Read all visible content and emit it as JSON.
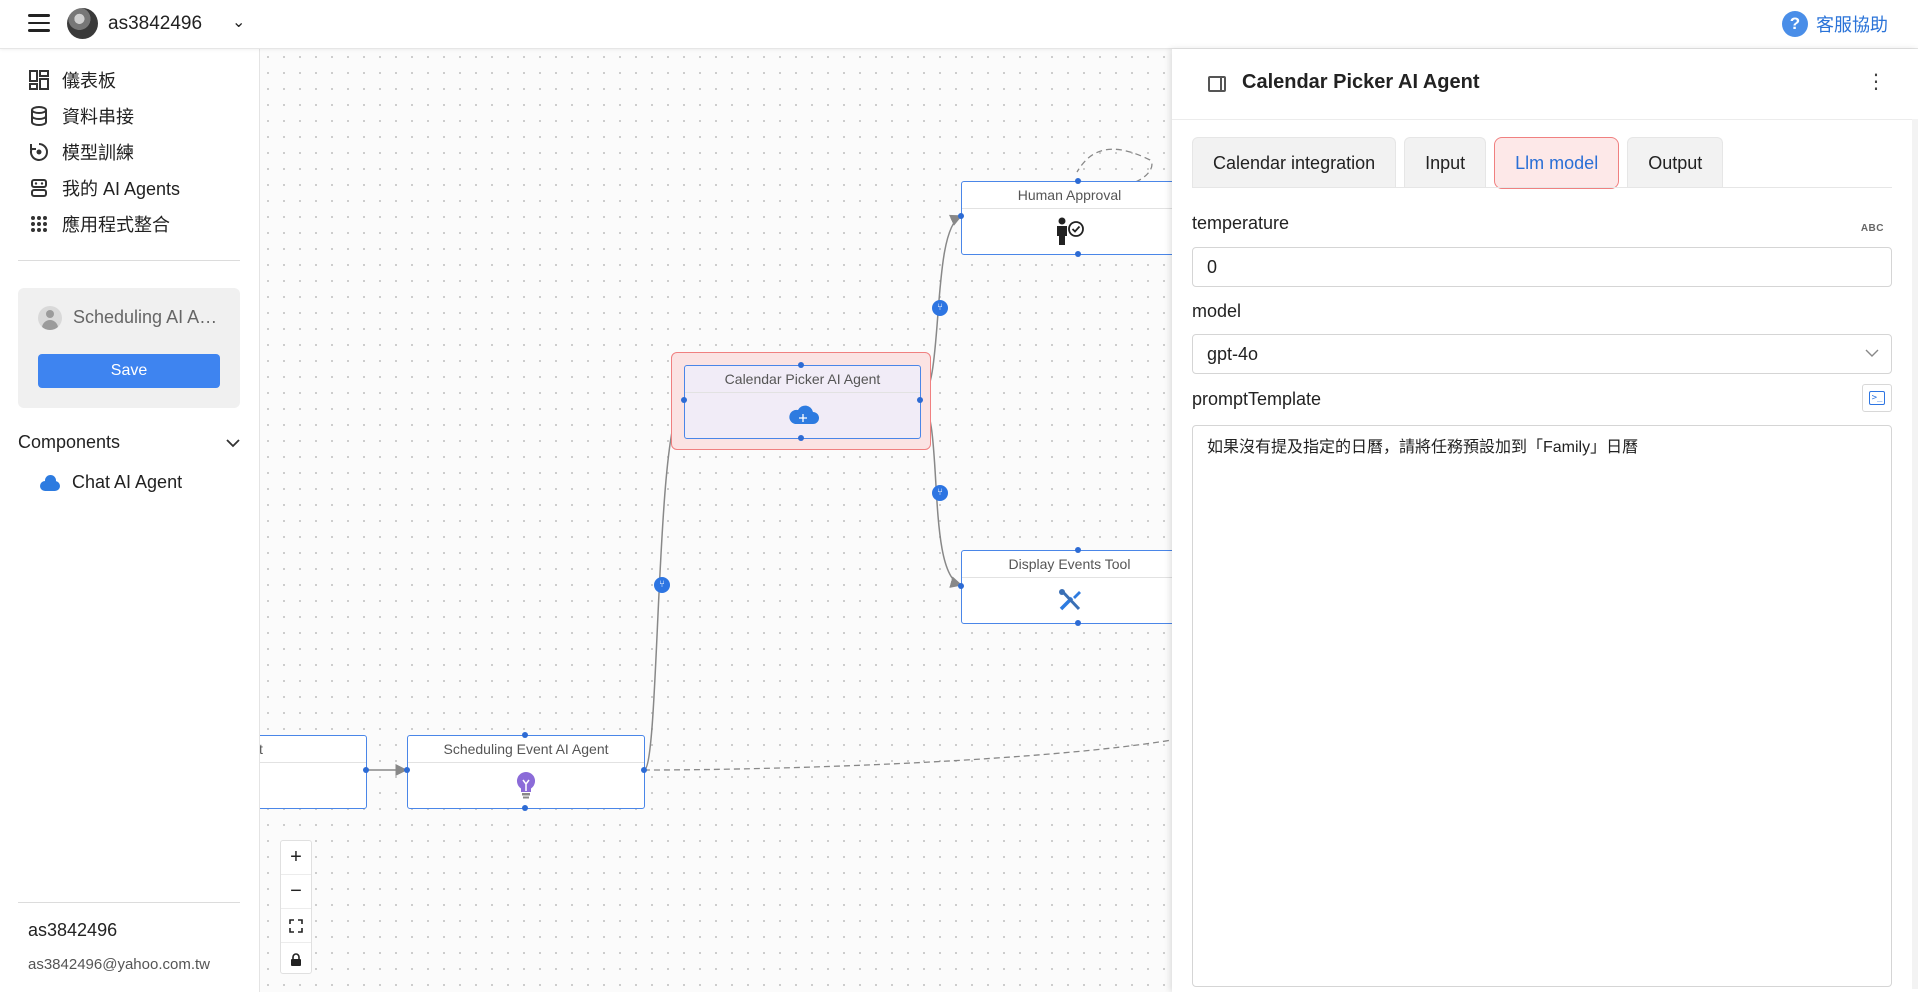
{
  "topbar": {
    "username": "as3842496",
    "caret": "⌄",
    "help_label": "客服協助",
    "help_icon": "?"
  },
  "sidebar": {
    "items": [
      {
        "label": "儀表板",
        "icon": "dashboard-icon"
      },
      {
        "label": "資料串接",
        "icon": "database-icon"
      },
      {
        "label": "模型訓練",
        "icon": "model-training-icon"
      },
      {
        "label": "我的 AI Agents",
        "icon": "robot-icon"
      },
      {
        "label": "應用程式整合",
        "icon": "apps-grid-icon"
      }
    ],
    "agent_card": {
      "name": "Scheduling AI Agent",
      "save_label": "Save"
    },
    "components_label": "Components",
    "components": [
      {
        "label": "Chat AI Agent",
        "icon": "cloud-icon"
      }
    ],
    "footer": {
      "username": "as3842496",
      "email": "as3842496@yahoo.com.tw"
    }
  },
  "canvas": {
    "nodes": {
      "partial": {
        "title": "t"
      },
      "scheduling": {
        "title": "Scheduling Event AI Agent",
        "icon": "lightbulb-icon"
      },
      "calendar": {
        "title": "Calendar Picker AI Agent",
        "icon": "cloud-brain-icon"
      },
      "human": {
        "title": "Human Approval",
        "icon": "person-check-icon"
      },
      "display": {
        "title": "Display Events Tool",
        "icon": "tools-icon"
      }
    },
    "zoom_controls": [
      "+",
      "−",
      "⛶",
      "🔒"
    ]
  },
  "panel": {
    "title": "Calendar Picker AI Agent",
    "kebab": "⋮",
    "tabs": [
      "Calendar integration",
      "Input",
      "Llm model",
      "Output"
    ],
    "active_tab": "Llm model",
    "fields": {
      "temperature": {
        "label": "temperature",
        "value": "0",
        "type_badge": "ABC"
      },
      "model": {
        "label": "model",
        "value": "gpt-4o"
      },
      "promptTemplate": {
        "label": "promptTemplate",
        "value": "如果沒有提及指定的日曆，請將任務預設加到「Family」日曆"
      }
    }
  },
  "colors": {
    "accent": "#3e84f0",
    "selected_border": "#f08080",
    "selected_bg": "#fbe3e3",
    "node_border": "#4a86e8"
  }
}
